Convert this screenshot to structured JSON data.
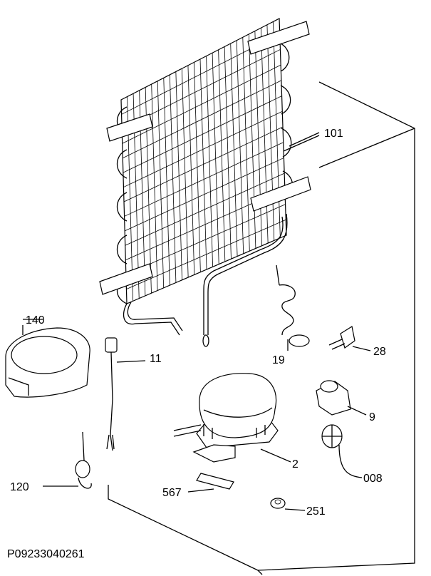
{
  "diagram": {
    "drawing_code": "P09233040261",
    "callouts": [
      {
        "id": "101",
        "label": "101"
      },
      {
        "id": "140",
        "label": "140"
      },
      {
        "id": "11",
        "label": "11"
      },
      {
        "id": "19",
        "label": "19"
      },
      {
        "id": "28",
        "label": "28"
      },
      {
        "id": "9",
        "label": "9"
      },
      {
        "id": "2",
        "label": "2"
      },
      {
        "id": "008",
        "label": "008"
      },
      {
        "id": "120",
        "label": "120"
      },
      {
        "id": "567",
        "label": "567"
      },
      {
        "id": "251",
        "label": "251"
      }
    ]
  }
}
